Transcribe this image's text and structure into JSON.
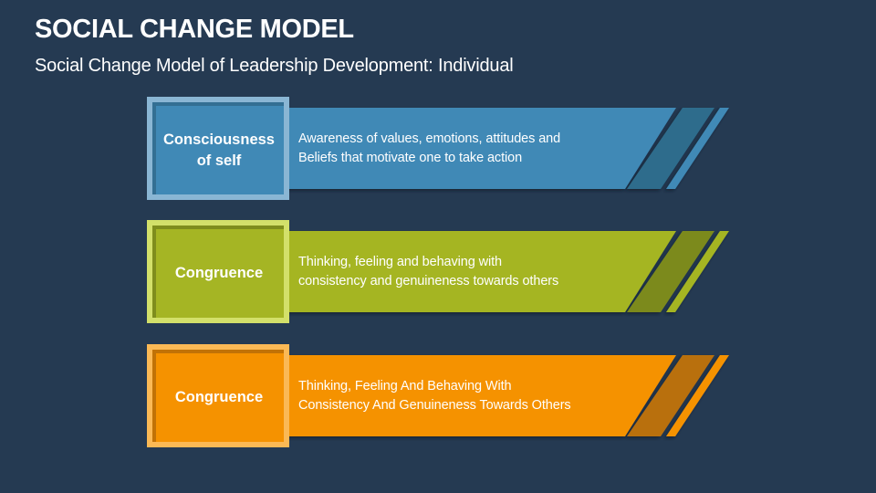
{
  "header": {
    "title": "SOCIAL CHANGE MODEL",
    "subtitle": "Social Change Model of Leadership Development: Individual"
  },
  "rows": [
    {
      "label": "Consciousness of self",
      "description_lines": [
        "Awareness of values, emotions, attitudes and",
        "Beliefs that motivate one to take action"
      ],
      "colors": {
        "main": "#4089b6",
        "dark": "#2f6c8c",
        "border": "#8ab6d4",
        "line": "#336f93"
      }
    },
    {
      "label": "Congruence",
      "description_lines": [
        "Thinking, feeling and behaving with",
        "consistency and genuineness towards others"
      ],
      "colors": {
        "main": "#a5b524",
        "dark": "#7b8a1e",
        "border": "#d3e06a",
        "line": "#7f8d1d"
      }
    },
    {
      "label": "Congruence",
      "description_lines": [
        "Thinking, Feeling And Behaving With",
        "Consistency And Genuineness Towards Others"
      ],
      "colors": {
        "main": "#f59200",
        "dark": "#b96f08",
        "border": "#fbb955",
        "line": "#c17206"
      }
    }
  ],
  "background": "#253a52"
}
